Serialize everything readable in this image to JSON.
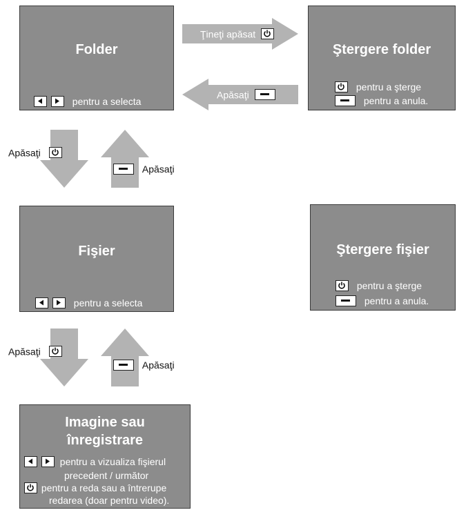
{
  "folder_box": {
    "title": "Folder",
    "select_text": "pentru a selecta"
  },
  "delete_folder_box": {
    "title": "Ştergere folder",
    "delete_text": "pentru a şterge",
    "cancel_text": "pentru a anula."
  },
  "file_box": {
    "title": "Fişier",
    "select_text": "pentru a selecta"
  },
  "delete_file_box": {
    "title": "Ştergere fişier",
    "delete_text": "pentru a şterge",
    "cancel_text": "pentru a anula."
  },
  "media_box": {
    "title_line1": "Imagine sau",
    "title_line2": "înregistrare",
    "nav_text_line1": "pentru a vizualiza fişierul",
    "nav_text_line2": "precedent / următor",
    "play_text_line1": "pentru a reda sau a întrerupe",
    "play_text_line2": "redarea (doar pentru video)."
  },
  "arrows": {
    "hold_label": "Ţineţi apăsat",
    "press_label": "Apăsaţi"
  },
  "icons": {
    "left": "left-triangle-icon",
    "right": "right-triangle-icon",
    "power": "power-icon",
    "minus": "minus-icon"
  },
  "colors": {
    "box_fill": "#8c8c8c",
    "arrow_fill": "#b3b3b3",
    "text_white": "#ffffff"
  }
}
